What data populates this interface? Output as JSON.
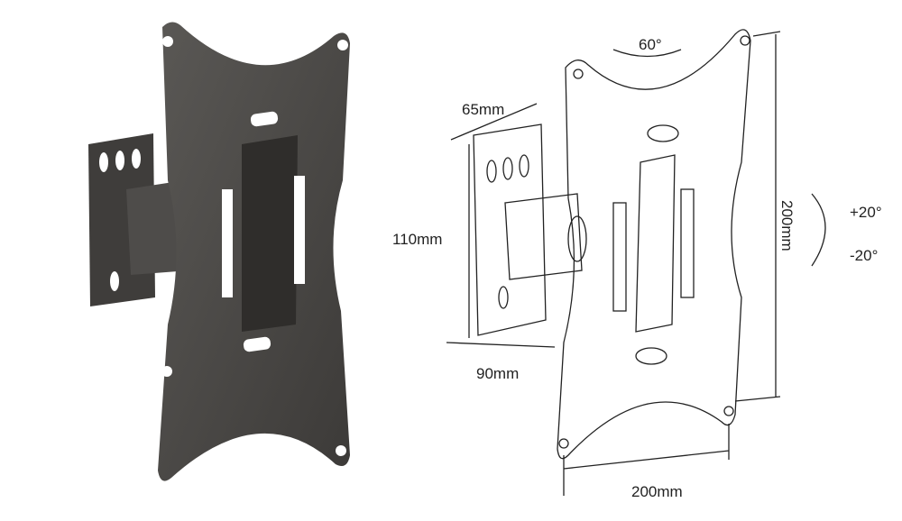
{
  "dimensions": {
    "rotation_angle": "60°",
    "wall_plate_depth": "65mm",
    "wall_plate_height": "110mm",
    "arm_extension": "90mm",
    "vesa_width": "200mm",
    "vesa_height": "200mm",
    "tilt_up": "+20°",
    "tilt_down": "-20°"
  },
  "colors": {
    "bracket": "#4a4846",
    "line": "#222222"
  }
}
